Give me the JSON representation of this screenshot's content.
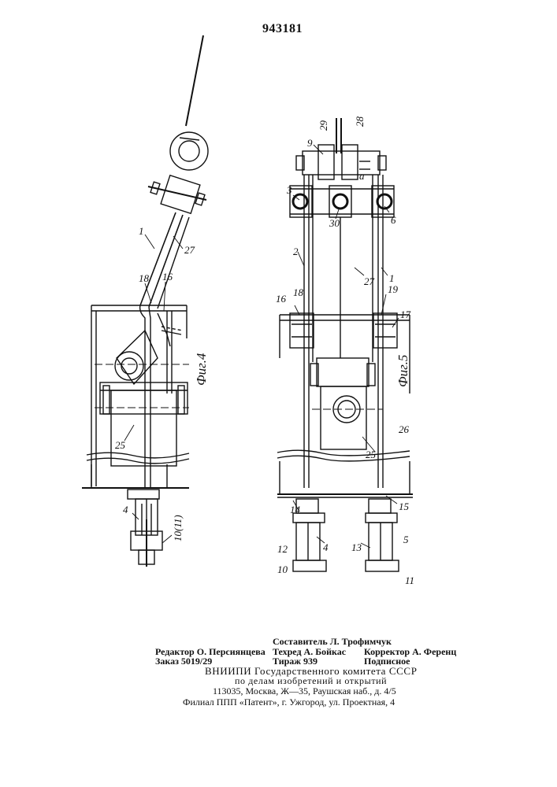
{
  "patent_number": "943181",
  "figures": {
    "fig4": {
      "title": "Фиг.4",
      "labels": {
        "l1": "1",
        "l27": "27",
        "l18": "18",
        "l16": "16",
        "l25": "25",
        "l4": "4",
        "l10_11": "10(11)"
      }
    },
    "fig5": {
      "title": "Фиг.5",
      "labels": {
        "l29": "29",
        "l28": "28",
        "l9": "9",
        "l3": "3",
        "l30": "30",
        "la": "a",
        "l6": "6",
        "l2": "2",
        "l27": "27",
        "l1": "1",
        "l16": "16",
        "l18": "18",
        "l19": "19",
        "l17": "17",
        "l26": "26",
        "l25": "25",
        "l14": "14",
        "l15": "15",
        "l12": "12",
        "l4": "4",
        "l13": "13",
        "l5": "5",
        "l10": "10",
        "l11": "11"
      }
    }
  },
  "colophon": {
    "editor": "Редактор О. Персиянцева",
    "order": "Заказ 5019/29",
    "compiler": "Составитель Л. Трофимчук",
    "techred": "Техред А. Бойкас",
    "circulation": "Тираж 939",
    "corrector": "Корректор А. Ференц",
    "subscription": "Подписное",
    "vniipi_line1": "ВНИИПИ Государственного комитета СССР",
    "vniipi_line2": "по делам изобретений и открытий",
    "address": "113035, Москва, Ж—35, Раушская наб., д. 4/5",
    "branch": "Филиал ППП «Патент», г. Ужгород, ул. Проектная, 4"
  }
}
